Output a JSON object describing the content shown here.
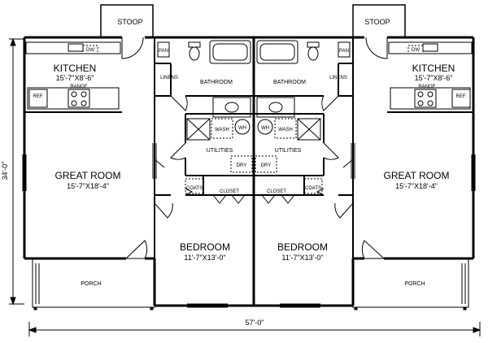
{
  "dimensions": {
    "width_label": "57'-0\"",
    "depth_label": "34'-0\""
  },
  "unit_left": {
    "stoop": "STOOP",
    "pantry": "PAN",
    "linens": "LINENS",
    "dishwasher": "DW",
    "kitchen_name": "KITCHEN",
    "kitchen_size": "15'-7\"X8'-6\"",
    "range": "RANGE",
    "refrigerator": "REF.",
    "bathroom": "BATHROOM",
    "washer": "WASH",
    "water_heater": "WH",
    "utilities": "UTILITIES",
    "dryer": "DRY",
    "great_room_name": "GREAT ROOM",
    "great_room_size": "15'-7\"X18'-4\"",
    "coats": "COATS",
    "closet": "CLOSET",
    "bedroom_name": "BEDROOM",
    "bedroom_size": "11'-7\"X13'-0\"",
    "porch": "PORCH"
  },
  "unit_right": {
    "stoop": "STOOP",
    "pantry": "PAN",
    "linens": "LINENS",
    "dishwasher": "DW",
    "kitchen_name": "KITCHEN",
    "kitchen_size": "15'-7\"X8'-6\"",
    "range": "RANGE",
    "refrigerator": "REF.",
    "bathroom": "BATHROOM",
    "washer": "WASH",
    "water_heater": "WH",
    "utilities": "UTILITIES",
    "dryer": "DRY",
    "great_room_name": "GREAT ROOM",
    "great_room_size": "15'-7\"X18'-4\"",
    "coats": "COATS",
    "closet": "CLOSET",
    "bedroom_name": "BEDROOM",
    "bedroom_size": "11'-7\"X13'-0\"",
    "porch": "PORCH"
  }
}
